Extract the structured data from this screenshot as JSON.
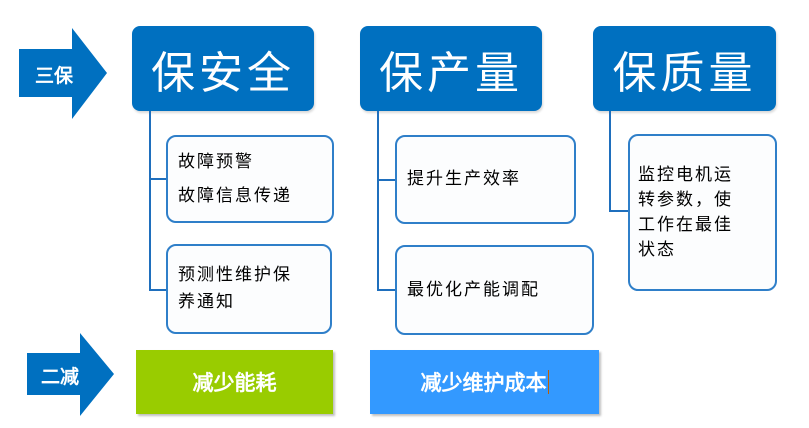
{
  "colors": {
    "primary_blue": "#0070c0",
    "connector_blue": "#1f6fbd",
    "green": "#99cc00",
    "light_blue": "#3399ff"
  },
  "arrows": [
    {
      "label": "三保",
      "icon": "right-arrow-icon"
    },
    {
      "label": "二减",
      "icon": "right-arrow-icon"
    }
  ],
  "three_guarantees": [
    {
      "title": "保安全",
      "children": [
        {
          "lines": [
            "故障预警",
            "故障信息传递"
          ]
        },
        {
          "lines": [
            "预测性维护保",
            "养通知"
          ]
        }
      ]
    },
    {
      "title": "保产量",
      "children": [
        {
          "lines": [
            "提升生产效率"
          ]
        },
        {
          "lines": [
            "最优化产能调配"
          ]
        }
      ]
    },
    {
      "title": "保质量",
      "children": [
        {
          "lines": [
            "监控电机运",
            "转参数，使",
            "工作在最佳",
            "状态"
          ]
        }
      ]
    }
  ],
  "two_reductions": [
    {
      "label": "减少能耗",
      "color": "#99cc00"
    },
    {
      "label": "减少维护成本",
      "color": "#3399ff"
    }
  ]
}
